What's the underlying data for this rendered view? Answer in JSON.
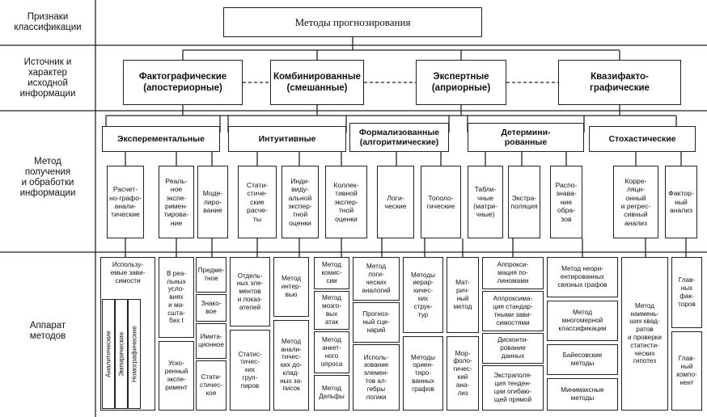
{
  "row_labels": {
    "classification": "Признаки\nклассификации",
    "source": "Источник и\nхарактер\nисходной\nинформации",
    "method": "Метод\nполучения\nи обработки\nинформации",
    "apparatus": "Аппарат\nметодов"
  },
  "title": "Методы прогнозирования",
  "level1": {
    "factographic": "Фактографические\n(апостериорные)",
    "combined": "Комбинированные\n(смешанные)",
    "expert": "Экспертные\n(априорные)",
    "quasi": "Квазифакто-\nграфические"
  },
  "level2": {
    "experimental": "Эксперементальные",
    "intuitive": "Интуитивные",
    "formalized": "Формализованные\n(алгоритмические)",
    "deterministic": "Детермини-\nрованные",
    "stochastic": "Стохастические"
  },
  "level3": {
    "calc_analytic": "Расчет-\nно-графо-\nанали-\nтические",
    "real_experiment": "Реаль-\nное\nэкспе-\nримен-\nтирова-\nние",
    "modeling": "Моде-\nлиро-\nвание",
    "statistical_calc": "Стати-\nстиче-\nские\nрасче-\nты",
    "individual_expert": "Инди-\nвиду-\nальной\nэкспер-\nтной\nоценки",
    "collective_expert": "Коллек-\nтивной\nэкспер-\nтной\nоценки",
    "logical": "Логи-\nческие",
    "topological": "Тополо-\nгические",
    "tabular": "Табли-\nчные\n(матри-\nчные)",
    "extrapolation": "Экстра-\nполяция",
    "pattern_recognition": "Распо-\nзнава-\nние\nобра-\nзов",
    "correlation_regression": "Корре-\nляци-\nонный\nи регрес-\nсивный\nанализ",
    "factor_analysis": "Фактор-\nный\nанализ"
  },
  "apparatus": {
    "abstraction": "Использу-\nемые зави-\nсимости",
    "analytic": "Аналитические",
    "empiric": "Эмпирические",
    "nomographic": "Номографические",
    "real_conditions": "В реа-\nльных\nусло-\nвиях\nи ма-\nсшта-\nбах t",
    "accelerated": "Уско-\nренный\nэкспе-\nримент",
    "subject": "Предме-\nтное",
    "sign": "Знако-\nвое",
    "imitation": "Имита-\nционное",
    "statistical": "Стати-\nстичес-\nкое",
    "separate_elements": "Отдель-\nных эле-\nментов\nи показ-\nателей",
    "statistical_groups": "Статис-\nтичес-\nких\nгруп-\nпиров",
    "interview": "Метод\nинтер-\nвью",
    "analytic_notes": "Метод\nанали-\nтичес-\nких до-\nклад-\nных за-\nписок",
    "commissions": "Метод\nкомис-\nсии",
    "brainstorm": "Метод\nмозго-\nвых\nатак",
    "anketa": "Метод\nанкет-\nного\nопроса",
    "delphi": "Метод\nДельфы",
    "logical_analogies": "Метод\nлоги-\nческих\nаналогий",
    "forecast_scenario": "Прогноз-\nный сце-\nнарий",
    "algebra_logic": "Исполь-\nзование\nэлемен-\nтов ал-\nгебры\nлогики",
    "hierarchical": "Методы\nиерар-\nхичес-\nких\nструк-\nтур",
    "oriented_graphs": "Методы\nориен-\nтиро-\nванных\nграфов",
    "matrix": "Мат-\nрич-\nный\nметод",
    "morphological": "Мор-\nфоло-\nгичес-\nкий\nана-\nлиз",
    "polynomial": "Аппрокси-\nмация по-\nлиномами",
    "standard": "Аппроксима-\nция стандар-\nтными зави-\nсимостями",
    "discounting": "Дисконти-\nрование\nданных",
    "envelope": "Экстраполя-\nция тенден-\nции огибаю-\nщей прямой",
    "neuro": "Метод неори-\nентированных\nсвязных графов",
    "multilevel": "Метод\nмногомерной\nклассификации",
    "bayesian": "Байесовские\nметоды",
    "minimax": "Минимаксные\nметоды",
    "least_squares": "Метод\nнаимень-\nших квад-\nратов\nи проверки\nстатисти-\nческих\nгипотез",
    "main_factors": "Глав-\nных\nфак-\nторов",
    "main_component": "Глав-\nный\nкомпо-\nнент"
  }
}
